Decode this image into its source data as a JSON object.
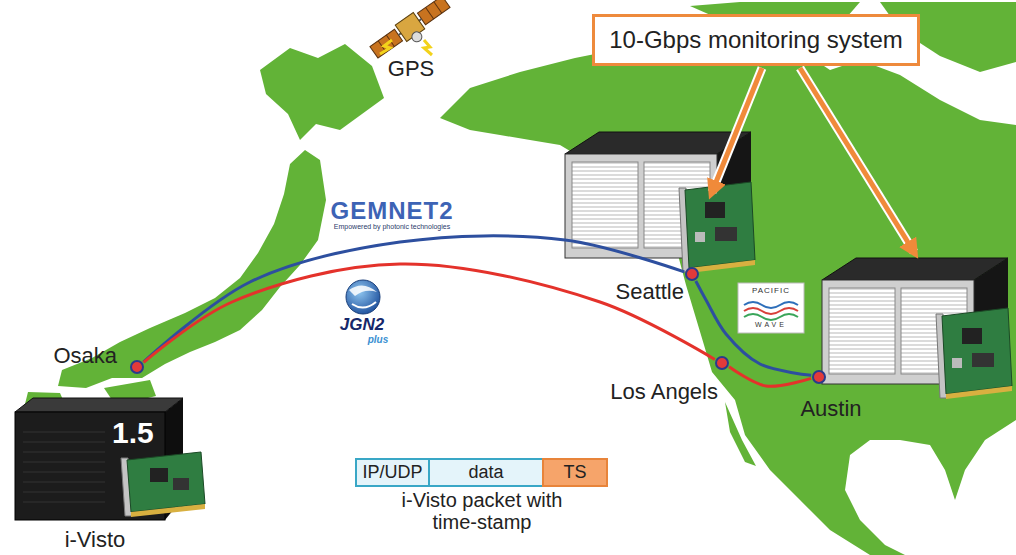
{
  "diagram": {
    "nodes": [
      {
        "text": [
          "10-Gbps monitoring system"
        ]
      },
      {
        "text": [
          "Osaka"
        ]
      },
      {
        "text": [
          "Seattle"
        ]
      },
      {
        "text": [
          "Los Angels"
        ]
      },
      {
        "text": [
          "Austin"
        ]
      },
      {
        "text": [
          "IP/UDP"
        ]
      },
      {
        "text": [
          "data"
        ]
      },
      {
        "text": [
          "TS"
        ]
      }
    ],
    "edges": [
      {
        "from": 1,
        "to": 2,
        "arrow": "none"
      },
      {
        "from": 2,
        "to": 4,
        "arrow": "none"
      },
      {
        "from": 1,
        "to": 3,
        "arrow": "none"
      },
      {
        "from": 3,
        "to": 4,
        "arrow": "none"
      }
    ],
    "labels": [
      "GPS",
      "GEMNET2",
      "Empowered by photonic technologies",
      "JGN2",
      "plus",
      "PACIFIC",
      "WAVE",
      "1.5",
      "i-Visto",
      "i-Visto packet with time-stamp"
    ]
  }
}
